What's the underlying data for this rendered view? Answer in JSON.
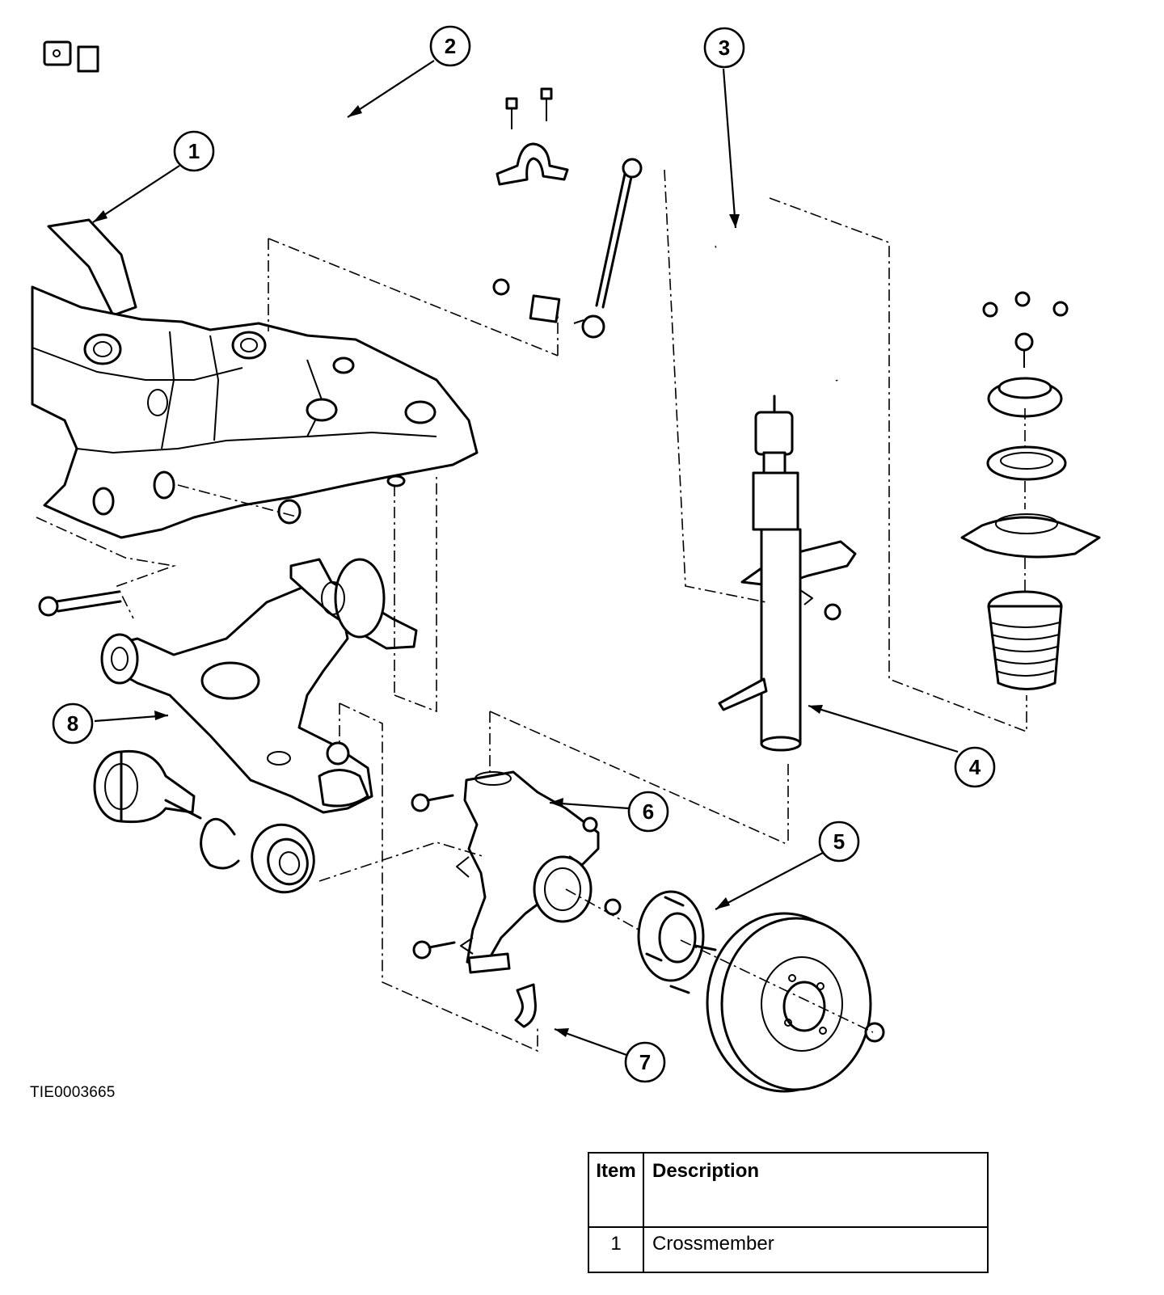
{
  "diagram": {
    "figure_code": "TIE0003665",
    "callouts": [
      {
        "label": "1"
      },
      {
        "label": "2"
      },
      {
        "label": "3"
      },
      {
        "label": "4"
      },
      {
        "label": "5"
      },
      {
        "label": "6"
      },
      {
        "label": "7"
      },
      {
        "label": "8"
      }
    ]
  },
  "legend": {
    "headers": {
      "item": "Item",
      "description": "Description"
    },
    "rows": [
      {
        "item": "1",
        "description": "Crossmember"
      }
    ]
  }
}
